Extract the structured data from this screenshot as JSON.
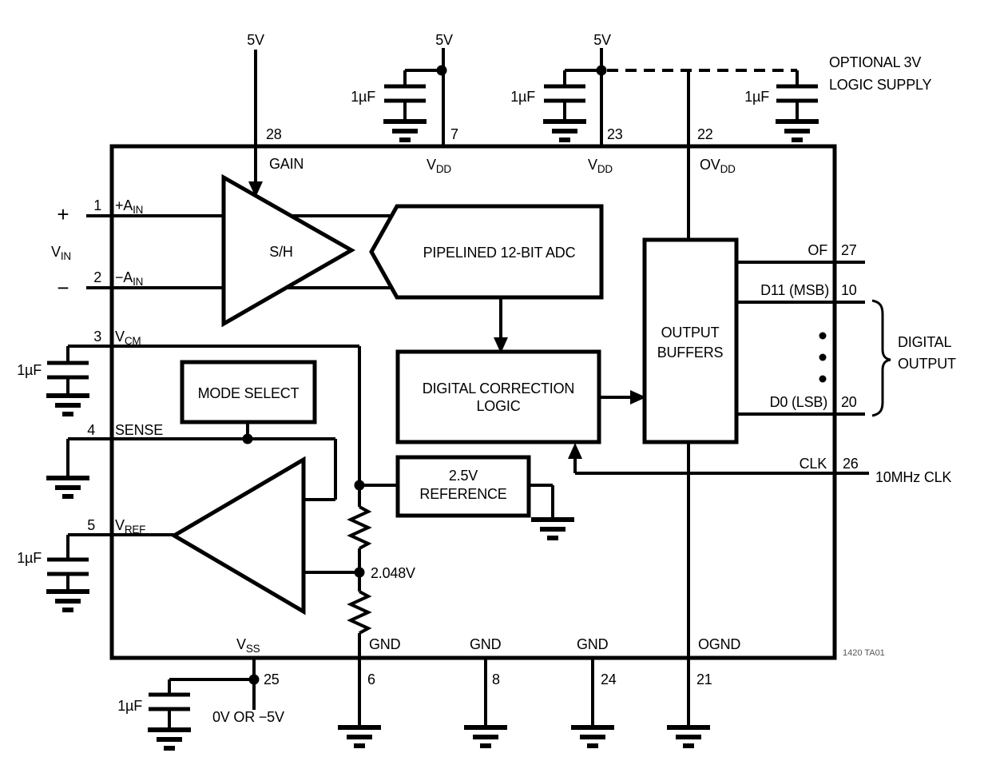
{
  "colors": {
    "ink": "#000000",
    "background": "#ffffff",
    "figure_note": "#555555"
  },
  "supplies": {
    "v5": "5V",
    "cap": "1µF",
    "optional_line1": "OPTIONAL 3V",
    "optional_line2": "LOGIC SUPPLY",
    "vss_note": "0V OR −5V",
    "clock": "10MHz CLK"
  },
  "input": {
    "plus": "+",
    "minus": "−",
    "name": "V",
    "sub": "IN"
  },
  "chip": {
    "blocks": {
      "sample_hold": "S/H",
      "adc": "PIPELINED 12-BIT ADC",
      "correction1": "DIGITAL CORRECTION",
      "correction2": "LOGIC",
      "mode_select": "MODE SELECT",
      "reference1": "2.5V",
      "reference2": "REFERENCE",
      "buffers1": "OUTPUT",
      "buffers2": "BUFFERS"
    },
    "tap_voltage": "2.048V"
  },
  "pins": {
    "top": [
      {
        "num": "28",
        "name": "GAIN"
      },
      {
        "num": "7",
        "name": "V",
        "sub": "DD"
      },
      {
        "num": "23",
        "name": "V",
        "sub": "DD"
      },
      {
        "num": "22",
        "name": "OV",
        "sub": "DD"
      }
    ],
    "left": [
      {
        "num": "1",
        "name": "+A",
        "sub": "IN"
      },
      {
        "num": "2",
        "name": "−A",
        "sub": "IN"
      },
      {
        "num": "3",
        "name": "V",
        "sub": "CM"
      },
      {
        "num": "4",
        "name": "SENSE"
      },
      {
        "num": "5",
        "name": "V",
        "sub": "REF"
      }
    ],
    "right": [
      {
        "num": "27",
        "name": "OF"
      },
      {
        "num": "10",
        "name": "D11 (MSB)"
      },
      {
        "num": "20",
        "name": "D0 (LSB)"
      },
      {
        "num": "26",
        "name": "CLK"
      }
    ],
    "bottom": [
      {
        "num": "25",
        "name": "V",
        "sub": "SS"
      },
      {
        "num": "6",
        "name": "GND"
      },
      {
        "num": "8",
        "name": "GND"
      },
      {
        "num": "24",
        "name": "GND"
      },
      {
        "num": "21",
        "name": "OGND"
      }
    ]
  },
  "bus": {
    "label1": "DIGITAL",
    "label2": "OUTPUT"
  },
  "figure_id": "1420 TA01"
}
